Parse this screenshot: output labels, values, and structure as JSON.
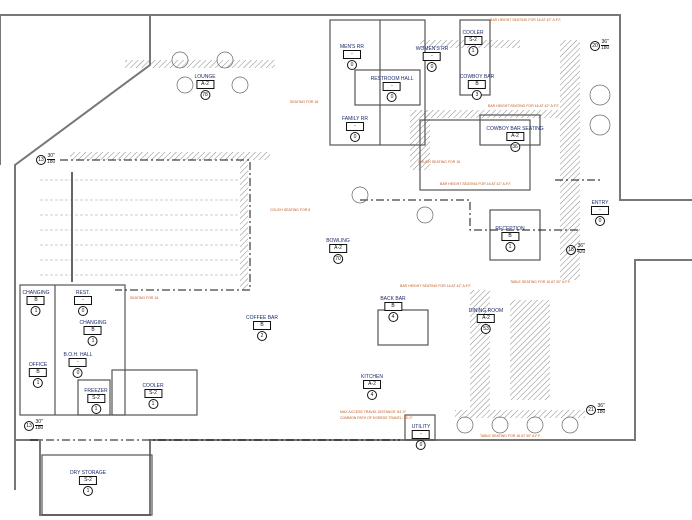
{
  "rooms": [
    {
      "name": "LOUNGE",
      "cls": "A-2",
      "count": "78"
    },
    {
      "name": "MEN'S RR",
      "cls": "-",
      "count": "0"
    },
    {
      "name": "WOMEN'S RR",
      "cls": "-",
      "count": "0"
    },
    {
      "name": "RESTROOM HALL",
      "cls": "-",
      "count": "0"
    },
    {
      "name": "FAMILY RR",
      "cls": "-",
      "count": "0"
    },
    {
      "name": "COOLER",
      "cls": "S-2",
      "count": "1"
    },
    {
      "name": "COWBOY BAR",
      "cls": "B",
      "count": "3"
    },
    {
      "name": "COWBOY BAR SEATING",
      "cls": "A-2",
      "count": "36"
    },
    {
      "name": "ENTRY",
      "cls": "-",
      "count": "0"
    },
    {
      "name": "RECEPTION",
      "cls": "B",
      "count": "1"
    },
    {
      "name": "BOWLING",
      "cls": "A-2",
      "count": "70"
    },
    {
      "name": "BACK BAR",
      "cls": "B",
      "count": "4"
    },
    {
      "name": "COFFEE BAR",
      "cls": "B",
      "count": "2"
    },
    {
      "name": "DINING ROOM",
      "cls": "A-2",
      "count": "53"
    },
    {
      "name": "KITCHEN",
      "cls": "A-2",
      "count": "4"
    },
    {
      "name": "UTILITY",
      "cls": "-",
      "count": "0"
    },
    {
      "name": "CHANGING",
      "cls": "B",
      "count": "1"
    },
    {
      "name": "REST.",
      "cls": "-",
      "count": "0"
    },
    {
      "name": "CHANGING",
      "cls": "B",
      "count": "1"
    },
    {
      "name": "OFFICE",
      "cls": "B",
      "count": "1"
    },
    {
      "name": "B.O.H. HALL",
      "cls": "-",
      "count": "0"
    },
    {
      "name": "FREEZER",
      "cls": "S-2",
      "count": "1"
    },
    {
      "name": "COOLER",
      "cls": "S-2",
      "count": "1"
    },
    {
      "name": "DRY STORAGE",
      "cls": "S-2",
      "count": "1"
    }
  ],
  "exits": [
    {
      "num": "13",
      "top": "30\"",
      "bottom": "180"
    },
    {
      "num": "20",
      "top": "36\"",
      "bottom": "180"
    },
    {
      "num": "18",
      "top": "36\"",
      "bottom": "420"
    },
    {
      "num": "21",
      "top": "36\"",
      "bottom": "180"
    },
    {
      "num": "13",
      "top": "30\"",
      "bottom": "180"
    }
  ],
  "notes": [
    "BAR HEIGHT SEATING FOR 16 AT 42\" A.F.F.",
    "BAR HEIGHT SEATING FOR 16 AT 42\" A.F.F.",
    "BAR HEIGHT SEATING FOR 16 AT 42\" A.F.F.",
    "TABLE SEATING FOR 16 AT 30\" A.F.F.",
    "TABLE SEATING FOR 16 AT 30\" A.F.F.",
    "BAR HEIGHT SEATING FOR 16 AT 42\" A.F.F.",
    "COUCH SEATING FOR 8",
    "COUCH SEATING FOR 16",
    "SEATING FOR 16",
    "SEATING FOR 16",
    "MAX ACCESS TRAVEL DISTANCE: 84'-0\"",
    "COMMON PATH OF EGRESS TRAVEL: 36'-0\""
  ]
}
